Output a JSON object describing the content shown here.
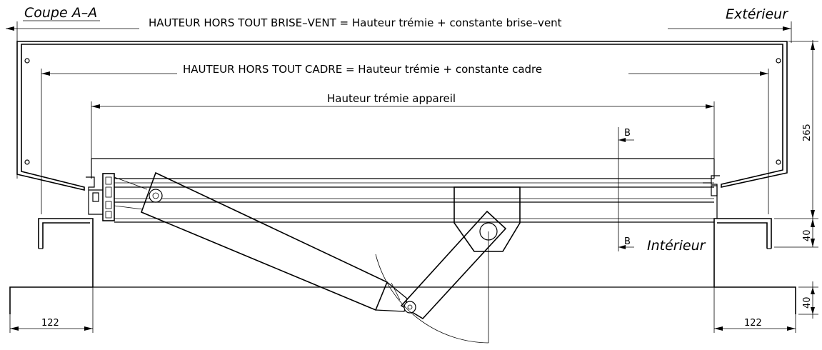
{
  "title": "Coupe A–A",
  "labels": {
    "exterior": "Extérieur",
    "interior": "Intérieur",
    "section_b_top": "B",
    "section_b_bottom": "B"
  },
  "dimensions": {
    "overall_windbreak": "HAUTEUR HORS TOUT BRISE–VENT = Hauteur trémie + constante brise–vent",
    "overall_frame": "HAUTEUR HORS TOUT CADRE = Hauteur trémie + constante cadre",
    "opening_height": "Hauteur trémie appareil",
    "side_height": "265",
    "upstand_height": "40",
    "base_height": "40",
    "left_offset": "122",
    "right_offset": "122"
  }
}
